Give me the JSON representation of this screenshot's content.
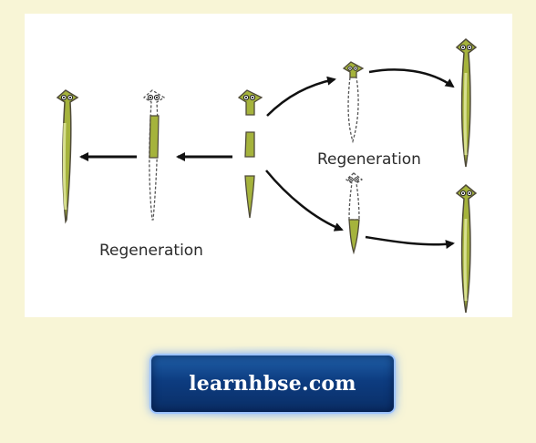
{
  "diagram": {
    "labels": {
      "regeneration_left": "Regeneration",
      "regeneration_right": "Regeneration"
    },
    "colors": {
      "worm_fill": "#a5b33c",
      "worm_stroke": "#4f4a3a",
      "arrow": "#111111",
      "background_panel": "#ffffff"
    }
  },
  "footer": {
    "site_label": "learnhbse.com"
  }
}
